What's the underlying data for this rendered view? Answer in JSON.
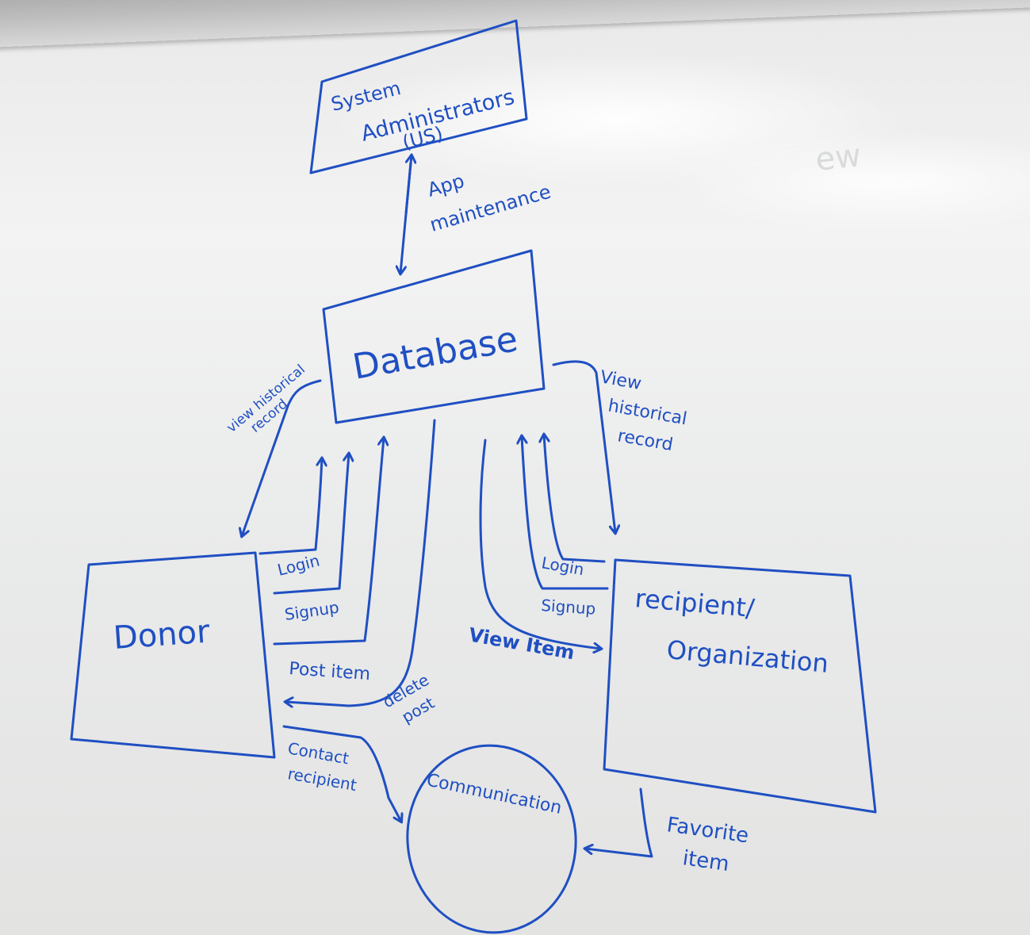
{
  "ink_color": "#1f4fc2",
  "nodes": {
    "sysadmin": {
      "line1": "System",
      "line2": "Administrators",
      "line3": "(US)"
    },
    "database": "Database",
    "donor": "Donor",
    "recipient": {
      "line1": "recipient/",
      "line2": "Organization"
    },
    "communication": "Communication"
  },
  "edges": {
    "app_maintenance": {
      "line1": "App",
      "line2": "maintenance"
    },
    "view_historical_left": {
      "line1": "view historical",
      "line2": "record"
    },
    "view_historical_right": {
      "line1": "View",
      "line2": "historical",
      "line3": "record"
    },
    "donor_login": "Login",
    "donor_signup": "Signup",
    "post_item": "Post item",
    "delete_post": {
      "line1": "delete",
      "line2": "post"
    },
    "recipient_login": "Login",
    "recipient_signup": "Signup",
    "view_item": "View Item",
    "contact_recipient": {
      "line1": "Contact",
      "line2": "recipient"
    },
    "favorite_item": {
      "line1": "Favorite",
      "line2": "item"
    }
  },
  "stray_mark": "ew"
}
